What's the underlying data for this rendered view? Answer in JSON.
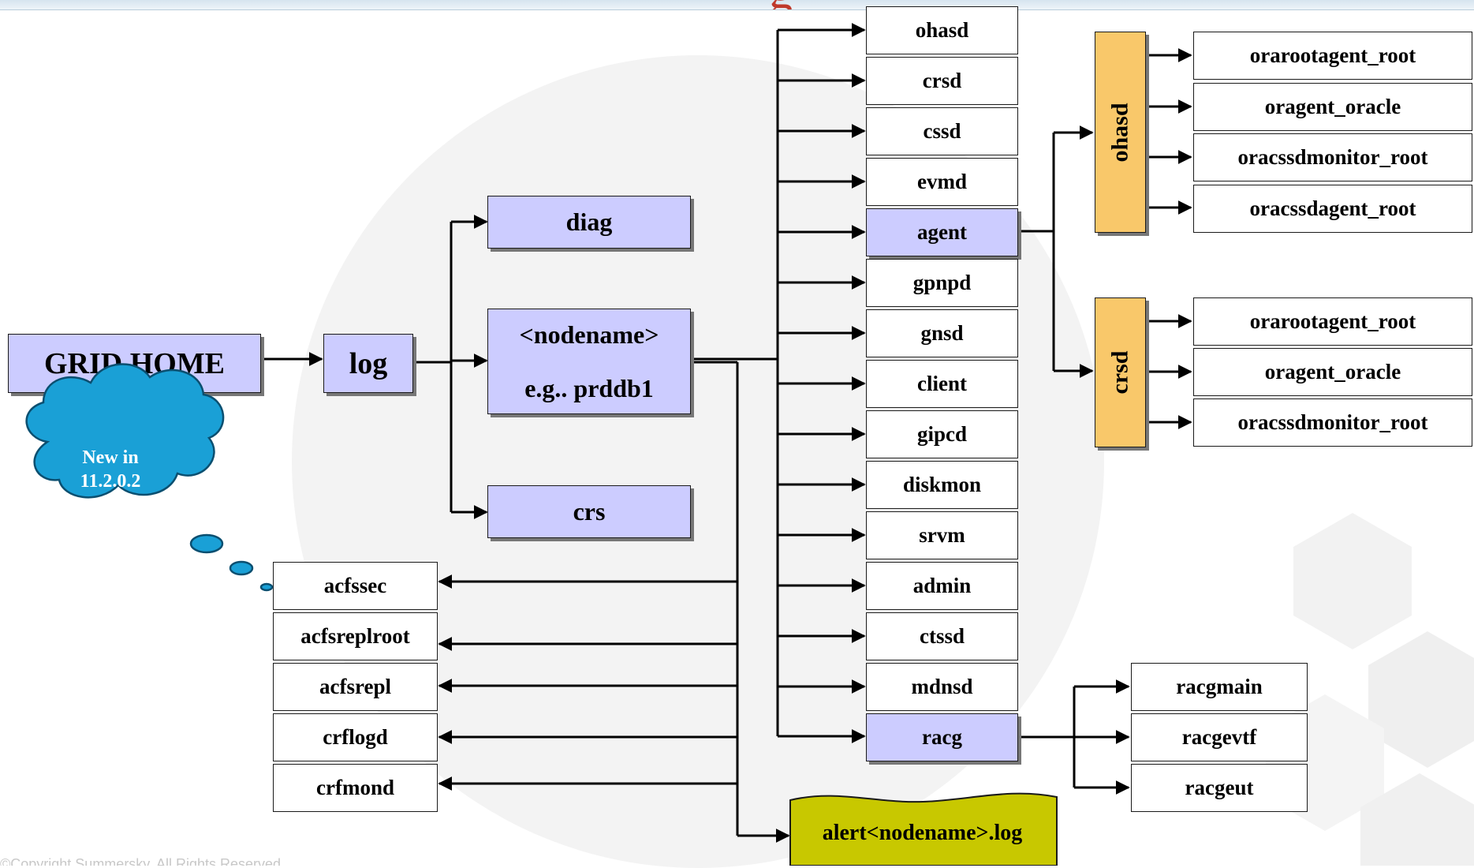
{
  "title": "g",
  "grid_home": "GRID HOME",
  "log": "log",
  "diag": "diag",
  "nodename": {
    "line1": "<nodename>",
    "line2": "e.g.. prddb1"
  },
  "crs": "crs",
  "daemons": [
    "ohasd",
    "crsd",
    "cssd",
    "evmd",
    "agent",
    "gpnpd",
    "gnsd",
    "client",
    "gipcd",
    "diskmon",
    "srvm",
    "admin",
    "ctssd",
    "mdnsd",
    "racg"
  ],
  "ohasd_group": {
    "label": "ohasd",
    "items": [
      "orarootagent_root",
      "oragent_oracle",
      "oracssdmonitor_root",
      "oracssdagent_root"
    ]
  },
  "crsd_group": {
    "label": "crsd",
    "items": [
      "orarootagent_root",
      "oragent_oracle",
      "oracssdmonitor_root"
    ]
  },
  "racg_items": [
    "racgmain",
    "racgevtf",
    "racgeut"
  ],
  "new_dirs": [
    "acfssec",
    "acfsreplroot",
    "acfsrepl",
    "crflogd",
    "crfmond"
  ],
  "callout": {
    "line1": "New in",
    "line2": "11.2.0.2"
  },
  "alert_log": "alert<nodename>.log",
  "copyright": "©Copyright Summersky. All Rights Reserved."
}
